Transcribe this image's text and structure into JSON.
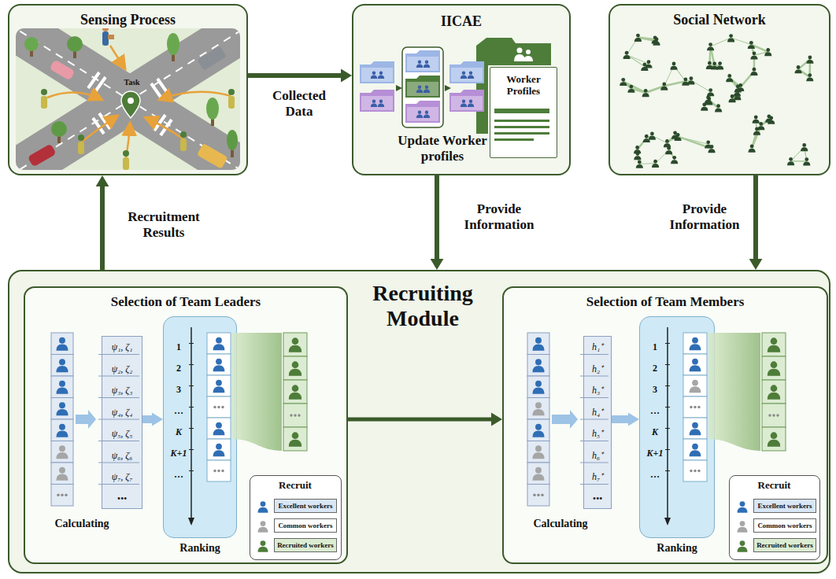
{
  "diagram": {
    "nodes": [
      {
        "text": [
          "Sensing Process"
        ]
      },
      {
        "text": [
          "Task"
        ],
        "in": 0
      },
      {
        "text": [
          "IICAE",
          "Update Worker profiles"
        ]
      },
      {
        "text": [
          "Worker Profiles"
        ],
        "in": 2
      },
      {
        "text": [
          "Social Network"
        ]
      },
      {
        "text": [
          "Recruiting Module"
        ]
      },
      {
        "text": [
          "Selection of Team Leaders",
          "Calculating",
          "Ranking"
        ],
        "in": 5
      },
      {
        "text": [
          "ψ₁, ζ₁",
          "ψ₂, ζ₂",
          "ψ₃, ζ₃",
          "ψ₄, ζ₄",
          "ψ₅, ζ₅",
          "ψ₆, ζ₆",
          "ψ₇, ζ₇",
          "•••"
        ],
        "in": 6
      },
      {
        "text": [
          "1",
          "2",
          "3",
          "…",
          "K",
          "K+1",
          "…"
        ],
        "in": 6
      },
      {
        "text": [
          "Recruit"
        ],
        "in": 6
      },
      {
        "text": [
          "Selection of Team Members",
          "Calculating",
          "Ranking"
        ],
        "in": 5
      },
      {
        "text": [
          "h₁⁺",
          "h₂⁺",
          "h₃⁺",
          "h₄⁺",
          "h₅⁺",
          "h₆⁺",
          "h₇⁺",
          "•••"
        ],
        "in": 10
      },
      {
        "text": [
          "1",
          "2",
          "3",
          "…",
          "K",
          "K+1",
          "…"
        ],
        "in": 10
      },
      {
        "text": [
          "Recruit"
        ],
        "in": 10
      }
    ],
    "edges": [
      {
        "from": 0,
        "to": 2,
        "label": "Collected Data",
        "arrow": "to"
      },
      {
        "from": 2,
        "to": 5,
        "label": "Provide Information",
        "arrow": "to"
      },
      {
        "from": 4,
        "to": 5,
        "label": "Provide Information",
        "arrow": "to"
      },
      {
        "from": 5,
        "to": 0,
        "label": "Recruitment Results",
        "arrow": "to"
      },
      {
        "from": 6,
        "to": 10,
        "arrow": "to"
      },
      {
        "from": 7,
        "to": 8,
        "arrow": "to"
      },
      {
        "from": 11,
        "to": 12,
        "arrow": "to"
      }
    ],
    "legend": [
      {
        "text": "Excellent workers",
        "color": "#2f6eb5"
      },
      {
        "text": "Common workers",
        "color": "#a6a6a6"
      },
      {
        "text": "Recruited workers",
        "color": "#4e7d3a"
      },
      {
        "text": "Excellent workers",
        "color": "#2f6eb5"
      },
      {
        "text": "Common workers",
        "color": "#a6a6a6"
      },
      {
        "text": "Recruited workers",
        "color": "#4e7d3a"
      }
    ]
  }
}
